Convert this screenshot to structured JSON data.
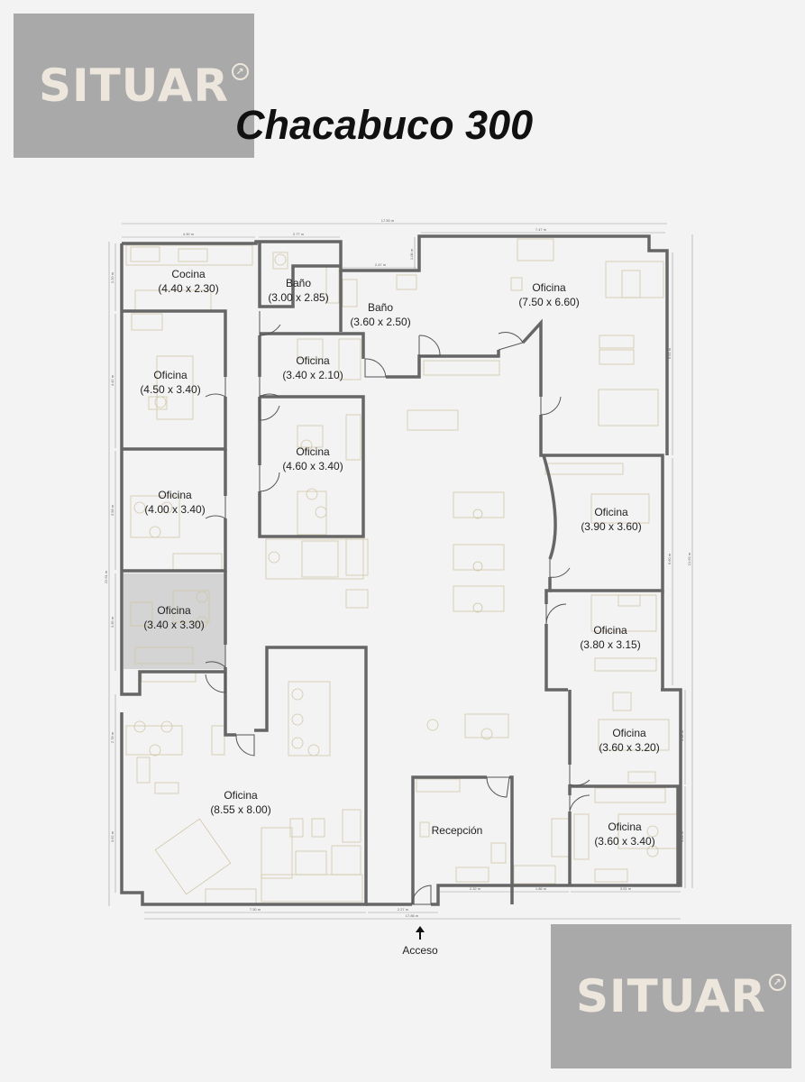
{
  "brand": {
    "name": "SITUAR",
    "mark": "↗"
  },
  "title": "Chacabuco 300",
  "access_label": "Acceso",
  "rooms": [
    {
      "name": "Cocina",
      "size": "(4.40 x 2.30)"
    },
    {
      "name": "Baño",
      "size": "(3.00 x 2.85)"
    },
    {
      "name": "Baño",
      "size": "(3.60 x 2.50)"
    },
    {
      "name": "Oficina",
      "size": "(7.50 x 6.60)"
    },
    {
      "name": "Oficina",
      "size": "(4.50 x 3.40)"
    },
    {
      "name": "Oficina",
      "size": "(3.40 x 2.10)"
    },
    {
      "name": "Oficina",
      "size": "(4.60 x 3.40)"
    },
    {
      "name": "Oficina",
      "size": "(4.00 x 3.40)"
    },
    {
      "name": "Oficina",
      "size": "(3.90 x 3.60)"
    },
    {
      "name": "Oficina",
      "size": "(3.40 x 3.30)"
    },
    {
      "name": "Oficina",
      "size": "(3.80 x 3.15)"
    },
    {
      "name": "Oficina",
      "size": "(3.60 x 3.20)"
    },
    {
      "name": "Oficina",
      "size": "(8.55 x 8.00)"
    },
    {
      "name": "Recepción",
      "size": ""
    },
    {
      "name": "Oficina",
      "size": "(3.60 x 3.40)"
    }
  ],
  "dimensions": {
    "top_total": "17.50 m",
    "top_left": "4.30 m",
    "top_mid": "2.77 m",
    "top_bath": "2.47 m",
    "top_right": "7.47 m",
    "bottom_total": "17.86 m",
    "bottom_left": "7.30 m",
    "bottom_access": "2.27 m",
    "bottom_rec": "2.32 m",
    "bottom_mid": "1.86 m",
    "bottom_right": "3.51 m",
    "left_total": "22.61 m",
    "right_total": "21.62 m",
    "left_1": "2.20 m",
    "left_2": "4.42 m",
    "left_3": "3.58 m",
    "left_4": "3.35 m",
    "left_5": "2.78 m",
    "left_6": "3.62 m",
    "right_1": "6.62 m",
    "right_2": "6.60 m",
    "right_3": "3.18 m",
    "right_4": "3.24 m",
    "bath_small": "1.08 m"
  }
}
